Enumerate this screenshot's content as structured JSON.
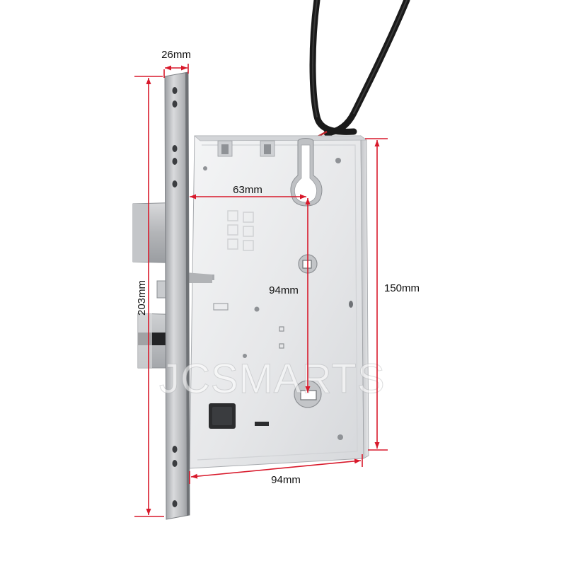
{
  "dimensions": {
    "faceplate_width": "26mm",
    "backset": "63mm",
    "center_to_center": "94mm",
    "case_height": "150mm",
    "faceplate_height": "203mm",
    "case_width": "94mm"
  },
  "watermark": "JCSMARTS",
  "colors": {
    "dimension_line": "#d8192b",
    "steel_light": "#e9eaec",
    "steel_mid": "#c9cbce",
    "steel_dark": "#8f9296",
    "cable": "#1a1a1a",
    "text": "#111111"
  }
}
